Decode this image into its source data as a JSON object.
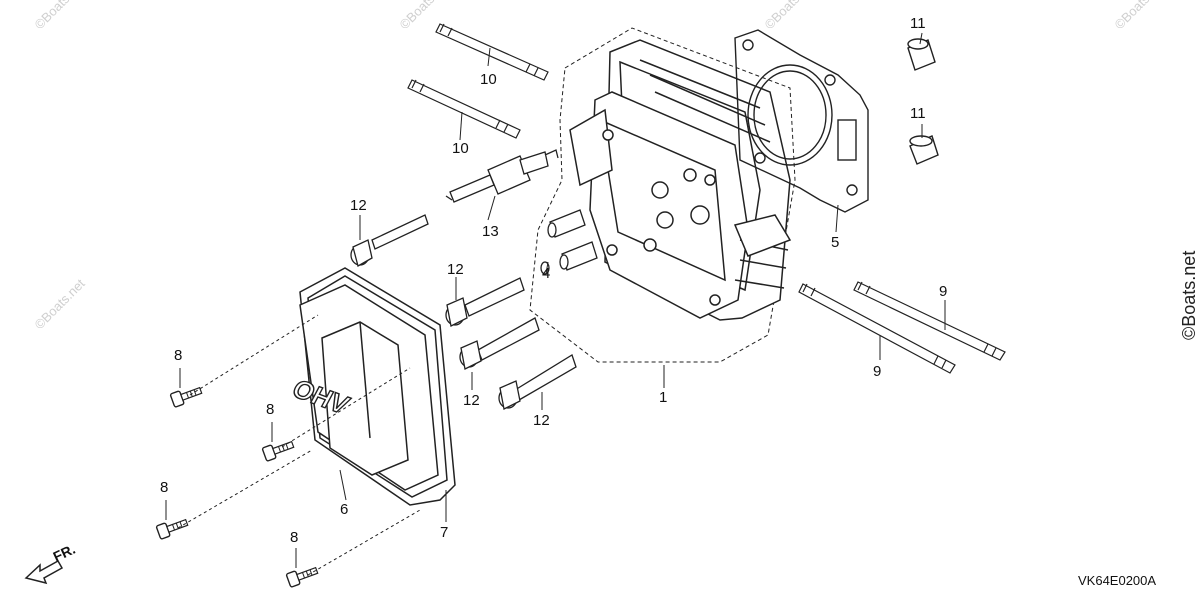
{
  "diagram": {
    "callouts": {
      "c1": "1",
      "c4": "4",
      "c5": "5",
      "c6": "6",
      "c7": "7",
      "c8a": "8",
      "c8b": "8",
      "c8c": "8",
      "c8d": "8",
      "c9a": "9",
      "c9b": "9",
      "c10a": "10",
      "c10b": "10",
      "c11a": "11",
      "c11b": "11",
      "c12a": "12",
      "c12b": "12",
      "c12c": "12",
      "c12d": "12",
      "c13": "13"
    },
    "cover_text": "OHV",
    "direction_label": "FR.",
    "diagram_code": "VK64E0200A",
    "watermark": "©Boats.net"
  }
}
